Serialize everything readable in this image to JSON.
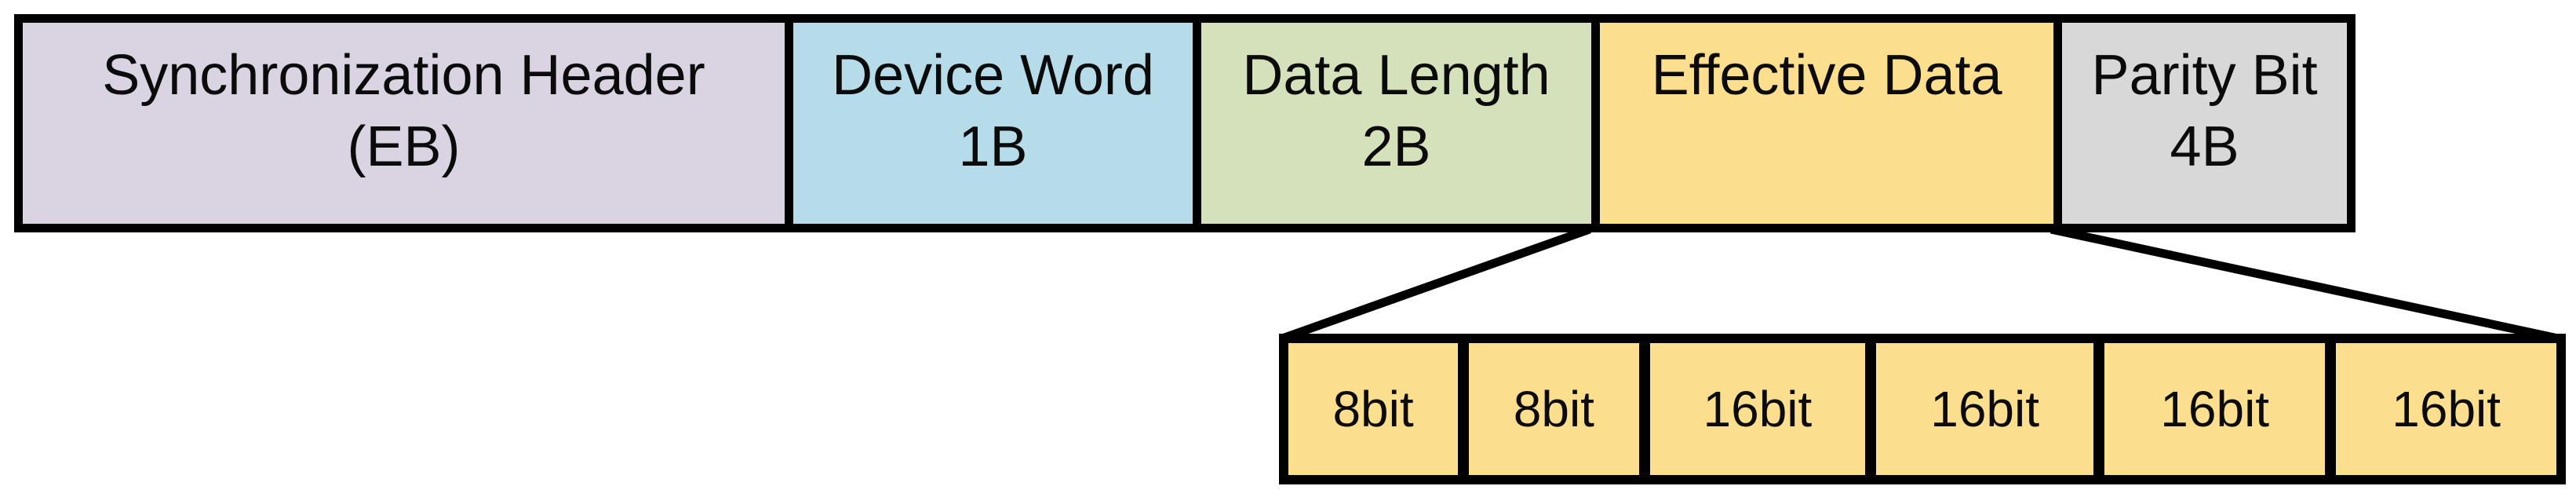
{
  "diagram": {
    "background_color": "#ffffff",
    "border_color": "#000000",
    "frame": {
      "fields": [
        {
          "name": "Synchronization Header",
          "size": "(EB)",
          "color": "#d9d3e2"
        },
        {
          "name": "Device Word",
          "size": "1B",
          "color": "#b5dce8"
        },
        {
          "name": "Data Length",
          "size": "2B",
          "color": "#d5e1ba"
        },
        {
          "name": "Effective Data",
          "size": "",
          "color": "#fcdf8e"
        },
        {
          "name": "Parity Bit",
          "size": "4B",
          "color": "#d8d8d8"
        }
      ]
    },
    "effective_data_expansion": {
      "expanded_field": "Effective Data",
      "cells": [
        {
          "label": "8bit",
          "color": "#fcdf8e"
        },
        {
          "label": "8bit",
          "color": "#fcdf8e"
        },
        {
          "label": "16bit",
          "color": "#fcdf8e"
        },
        {
          "label": "16bit",
          "color": "#fcdf8e"
        },
        {
          "label": "16bit",
          "color": "#fcdf8e"
        },
        {
          "label": "16bit",
          "color": "#fcdf8e"
        }
      ]
    }
  }
}
